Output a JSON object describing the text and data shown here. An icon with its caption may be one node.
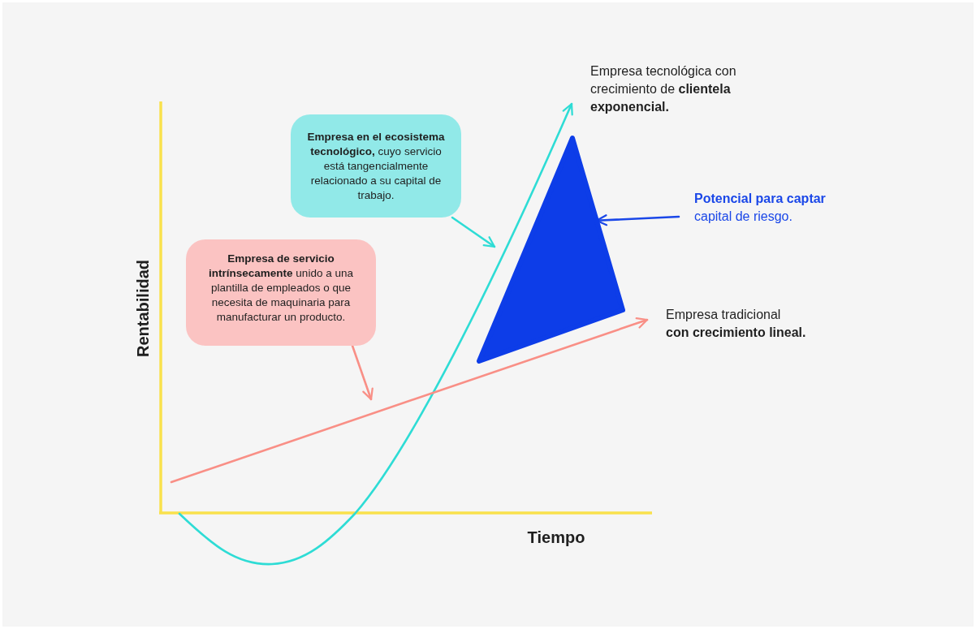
{
  "diagram": {
    "nodes": [
      {
        "text": [
          "Empresa tecnológica con crecimiento de **clientela exponencial.**"
        ]
      },
      {
        "text": [
          "**Empresa en el ecosistema tecnológico,** cuyo servicio está tangencialmente relacionado a su capital de trabajo."
        ]
      },
      {
        "text": [],
        "shape": "triangle"
      },
      {
        "text": [
          "**Potencial para captar** capital de riesgo."
        ]
      },
      {
        "text": [
          "**Empresa de servicio intrínsecamente** unido a una plantilla de empleados o que necesita de maquinaria para manufacturar un producto."
        ]
      },
      {
        "text": [
          "Empresa tradicional **con crecimiento lineal.**"
        ]
      }
    ],
    "edges": [
      {
        "from": null,
        "to": 0,
        "arrow": "to",
        "color": "#2edcd5"
      },
      {
        "from": 1,
        "to": null,
        "arrow": "to",
        "color": "#2edcd5"
      },
      {
        "from": 3,
        "to": 2,
        "arrow": "to",
        "color": "#1a47e8"
      },
      {
        "from": 4,
        "to": null,
        "arrow": "to",
        "color": "#f98f86"
      },
      {
        "from": null,
        "to": 5,
        "arrow": "to",
        "color": "#f98f86"
      }
    ],
    "labels": [
      "Rentabilidad",
      "Tiempo"
    ]
  }
}
